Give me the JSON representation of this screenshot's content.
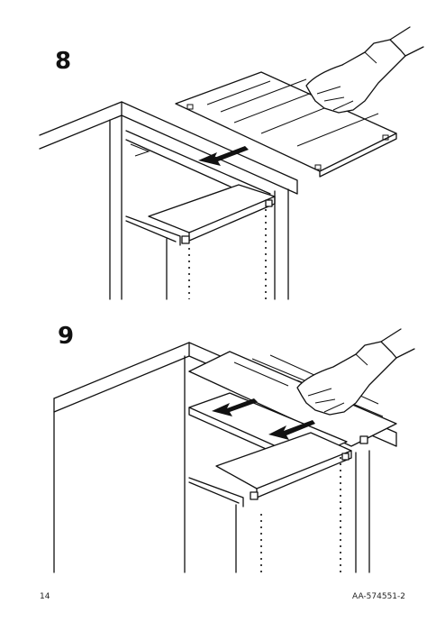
{
  "steps": [
    {
      "number": "8"
    },
    {
      "number": "9"
    }
  ],
  "footer": {
    "page_number": "14",
    "doc_code": "AA-574551-2"
  },
  "icons": {
    "hand": "gloved-hand-icon",
    "arrow": "push-arrow-icon"
  }
}
